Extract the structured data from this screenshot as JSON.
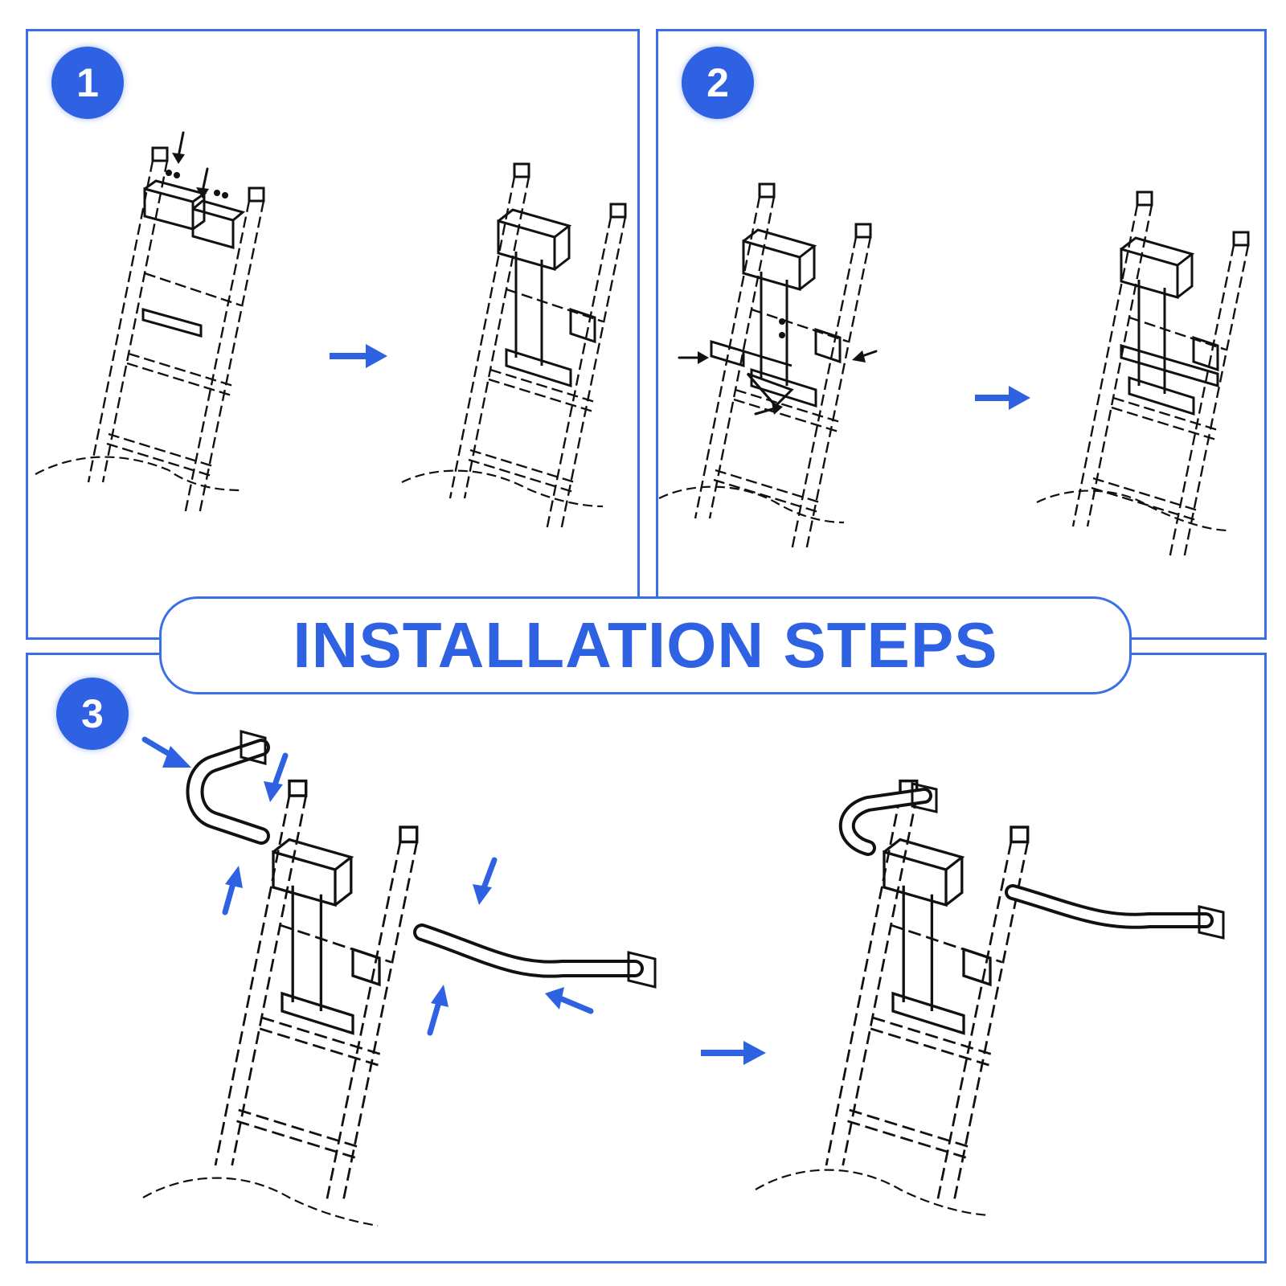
{
  "title": "INSTALLATION STEPS",
  "steps": [
    {
      "number": "1"
    },
    {
      "number": "2"
    },
    {
      "number": "3"
    }
  ],
  "colors": {
    "accent": "#2f62e3",
    "border": "#3b6fe8",
    "line_art": "#111111",
    "background": "#ffffff"
  },
  "icons": {
    "step_arrow": "right-arrow-icon",
    "insert_arrow": "pointer-arrow-icon"
  }
}
